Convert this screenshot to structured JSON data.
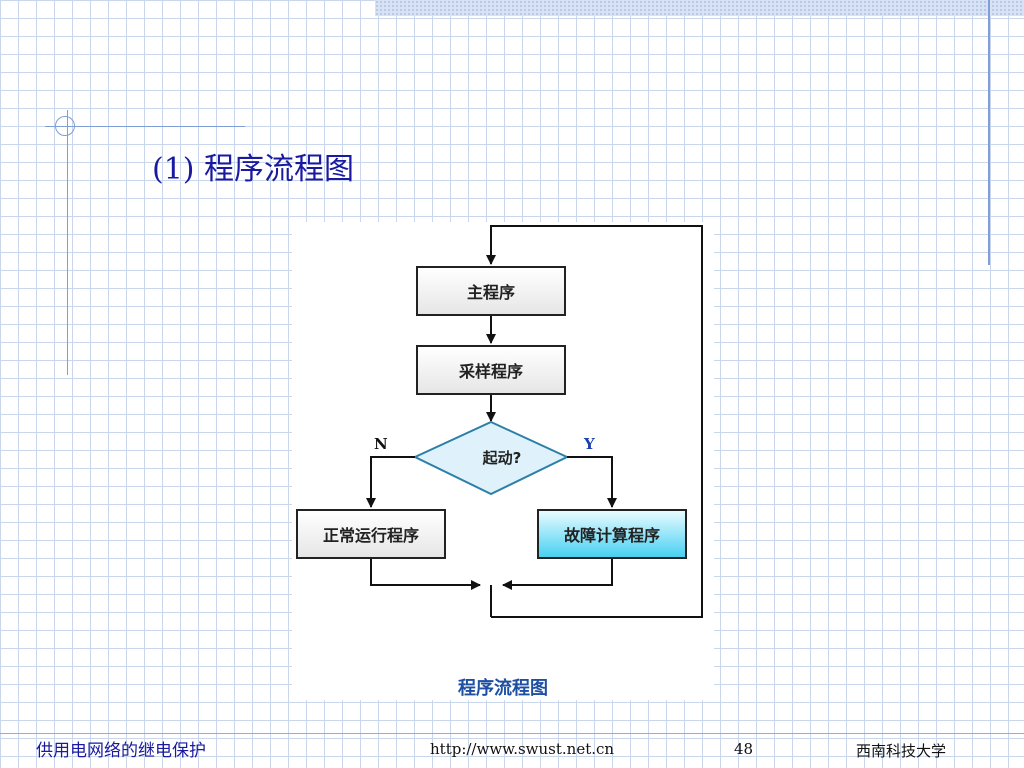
{
  "slide": {
    "title": "(1) 程序流程图"
  },
  "flowchart": {
    "nodes": {
      "main": "主程序",
      "sampling": "采样程序",
      "decision": "起动?",
      "normal": "正常运行程序",
      "fault": "故障计算程序"
    },
    "branch_no": "N",
    "branch_yes": "Y",
    "caption": "程序流程图",
    "colors": {
      "fault_box_fill": "#48d0f2",
      "decision_fill": "#dff2fb",
      "yes_label": "#1a3fb0",
      "caption": "#1e4fa3"
    }
  },
  "footer": {
    "course": "供用电网络的继电保护",
    "url": "http://www.swust.net.cn",
    "page": "48",
    "university": "西南科技大学"
  }
}
